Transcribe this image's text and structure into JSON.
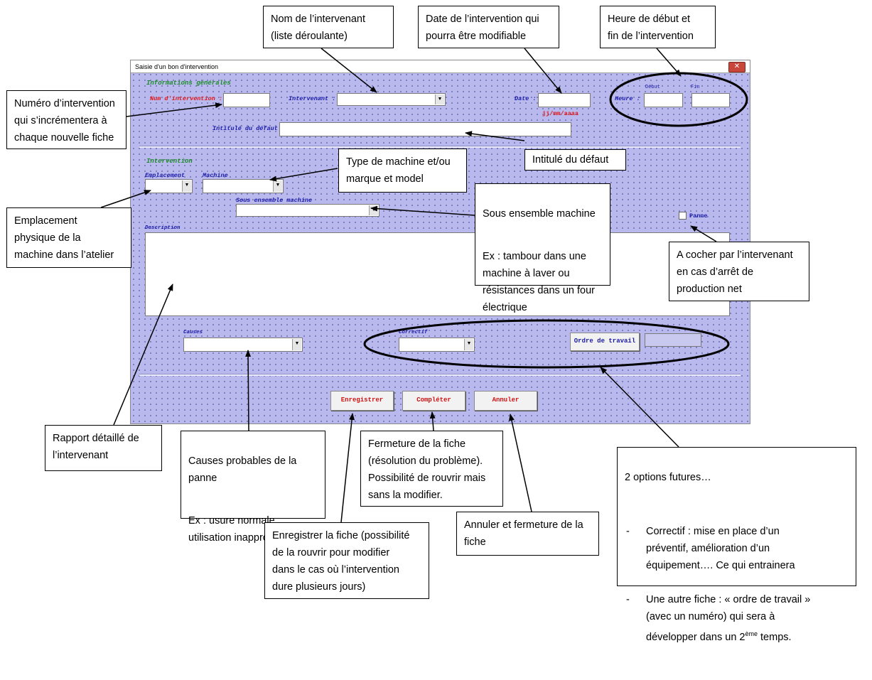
{
  "dialog": {
    "title": "Saisie d'un bon d'intervention",
    "close_icon": "close-x-icon",
    "group_general": "Informations générales",
    "num_label": "Num d'intervention :",
    "intervenant_label": "Intervenant :",
    "date_label": "Date :",
    "date_hint": "jj/mm/aaaa",
    "heure_label": "Heure :",
    "debut_label": "Début",
    "fin_label": "Fin",
    "intitule_label": "Intitulé du défaut",
    "group_intervention": "Intervention",
    "emplacement_label": "Emplacement",
    "machine_label": "Machine",
    "sous_ensemble_label": "Sous ensemble machine",
    "panne_label": "Panne",
    "description_label": "Description",
    "causes_label": "Causes",
    "correctif_label": "Correctif",
    "ordre_button": "Ordre de travail",
    "enregistrer_button": "Enregistrer",
    "completer_button": "Compléter",
    "annuler_button": "Annuler"
  },
  "callouts": {
    "intervenant": "Nom de l’intervenant\n(liste déroulante)",
    "date": "Date de l’intervention qui\npourra être modifiable",
    "heure": "Heure de début et\nfin de l’intervention",
    "numero": "Numéro d’intervention\nqui s’incrémentera à\nchaque nouvelle fiche",
    "intitule": "Intitulé du défaut",
    "type_machine": "Type de machine et/ou\nmarque et model",
    "sous_ensemble_title": "Sous ensemble machine",
    "sous_ensemble_text": "Ex : tambour dans une\nmachine à laver ou\nrésistances  dans un four\nélectrique",
    "emplacement": "Emplacement\nphysique de la\nmachine dans l’atelier",
    "panne": "A cocher par l’intervenant\nen cas d’arrêt de\nproduction net",
    "rapport": "Rapport détaillé de\nl’intervenant",
    "causes_title": "Causes probables de la\npanne",
    "causes_text": "Ex : usure normale,\nutilisation inappropriée…",
    "fermeture": "Fermeture de la fiche\n(résolution du problème).\nPossibilité de rouvrir mais\nsans la modifier.",
    "enregistrer": "Enregistrer la fiche (possibilité\nde la rouvrir pour modifier\ndans le cas où l’intervention\ndure plusieurs jours)",
    "annuler": "Annuler et fermeture de la\nfiche",
    "options_title": "2 options futures…",
    "options_item1": "Correctif : mise en place d’un\npréventif, amélioration d’un\néquipement…. Ce qui entrainera",
    "options_item2_pre": "Une autre fiche : « ordre de travail »\n(avec un numéro) qui sera à\ndévelopper dans un 2",
    "options_item2_sup": "ème",
    "options_item2_post": " temps."
  }
}
